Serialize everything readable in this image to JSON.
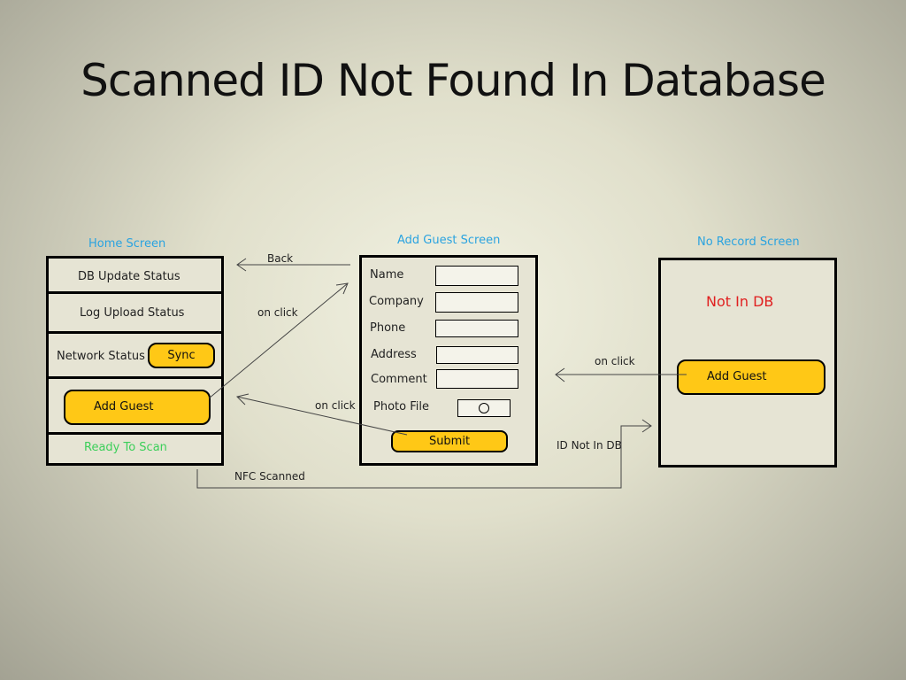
{
  "title": "Scanned ID Not Found In Database",
  "colors": {
    "button_fill": "#ffc816",
    "label_blue": "#2aa3e0",
    "ready_green": "#3ccf5a",
    "error_red": "#e02020"
  },
  "home": {
    "label": "Home Screen",
    "db_update": "DB Update Status",
    "log_upload": "Log Upload Status",
    "network": "Network Status",
    "sync": "Sync",
    "add_guest": "Add Guest",
    "ready": "Ready To Scan"
  },
  "add_guest_screen": {
    "label": "Add Guest Screen",
    "fields": [
      "Name",
      "Company",
      "Phone",
      "Address",
      "Comment"
    ],
    "photo": "Photo File",
    "submit": "Submit"
  },
  "no_record": {
    "label": "No Record Screen",
    "message": "Not In DB",
    "add_guest": "Add Guest"
  },
  "flows": {
    "back": "Back",
    "on_click_1": "on click",
    "on_click_2": "on click",
    "on_click_3": "on click",
    "nfc": "NFC Scanned",
    "id_not_in_db": "ID Not In DB"
  }
}
